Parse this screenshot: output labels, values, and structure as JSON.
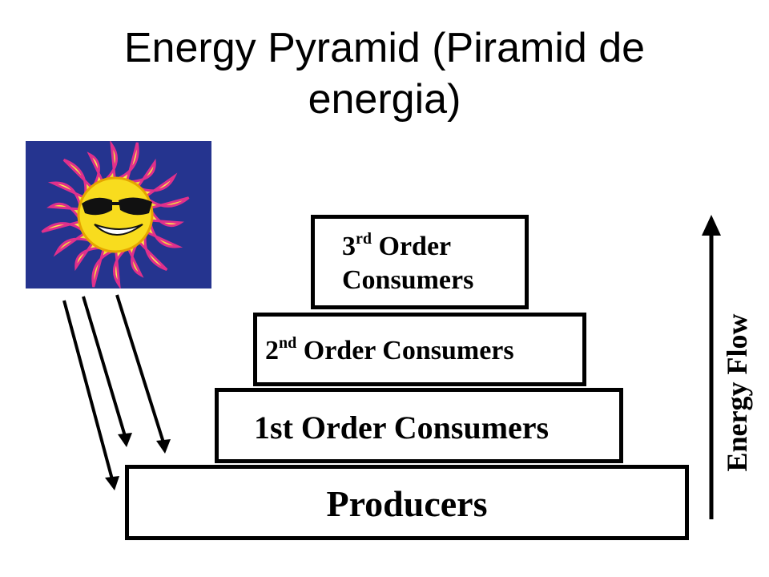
{
  "title": {
    "line1": "Energy Pyramid (Piramid de",
    "line2": "energia)"
  },
  "sun_image": {
    "icon": "sun-with-sunglasses-icon",
    "background": "#25348f"
  },
  "pyramid": {
    "third_order": {
      "num": "3",
      "sup": "rd",
      "word1": "Order",
      "word2": "Consumers"
    },
    "second_order": {
      "num": "2",
      "sup": "nd",
      "rest": "Order Consumers"
    },
    "first_order": {
      "label": "1st Order Consumers"
    },
    "producers": {
      "label": "Producers"
    }
  },
  "energy_flow": {
    "label": "Energy Flow",
    "direction": "up"
  }
}
